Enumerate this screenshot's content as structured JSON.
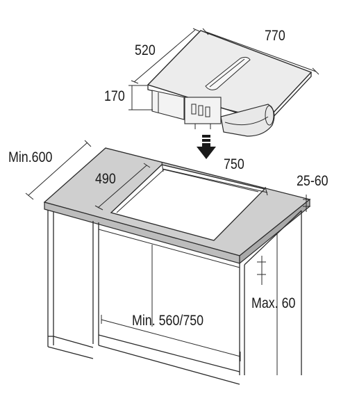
{
  "labels": {
    "hob_depth": "520",
    "hob_width": "770",
    "hob_height": "170",
    "worktop_min_depth": "Min.600",
    "cutout_width": "750",
    "cutout_depth": "490",
    "worktop_thickness": "25-60",
    "max_gap": "Max. 60",
    "cabinet_width": "Min. 560/750"
  },
  "colors": {
    "worktop": "#cfcfcf",
    "hob_glass": "#ececec",
    "line": "#2a2a2a",
    "arrow": "#1a1a1a"
  },
  "icons": {
    "insert_arrow": "down-arrow-icon"
  }
}
